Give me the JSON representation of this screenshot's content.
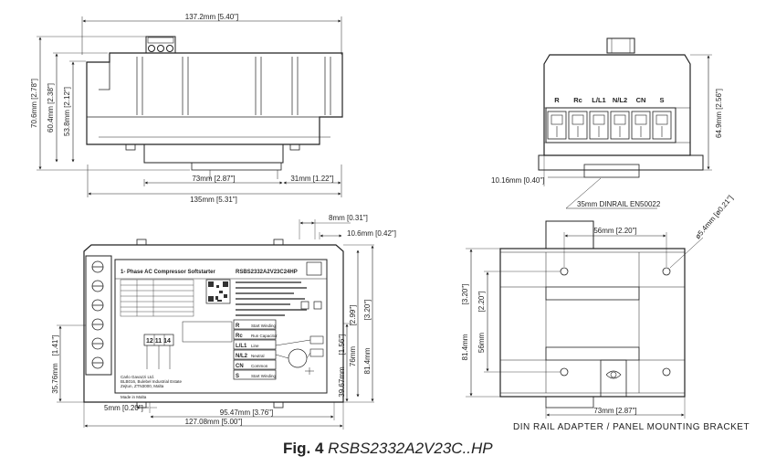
{
  "dimensions": {
    "top_left": {
      "width_overall": "137.2mm [5.40\"]",
      "height_overall": "70.6mm [2.78\"]",
      "height_mid": "60.4mm [2.38\"]",
      "height_body": "53.8mm [2.12\"]",
      "base_73": "73mm [2.87\"]",
      "offset_31": "31mm [1.22\"]",
      "base_135": "135mm [5.31\"]"
    },
    "top_right": {
      "height": "64.9mm [2.56\"]",
      "rail_offset": "10.16mm [0.40\"]",
      "dinrail": "35mm DINRAIL EN50022"
    },
    "bottom_left": {
      "top_8": "8mm [0.31\"]",
      "top_10_6": "10.6mm [0.42\"]",
      "h_2_99": "[2.99\"]",
      "h_3_20": "[3.20\"]",
      "h_76": "76mm",
      "h_81_4": "81.4mm",
      "h_1_56": "[1.56\"]",
      "h_39_67": "39.67mm",
      "left_1_41": "[1.41\"]",
      "left_35_76": "35.76mm",
      "bottom_5": "5mm [0.20\"]",
      "bottom_95_47": "95.47mm [3.76\"]",
      "bottom_127_08": "127.08mm [5.00\"]"
    },
    "bottom_right": {
      "top_56": "56mm [2.20\"]",
      "hole": "ø5.4mm [ø0.21\"]",
      "left_81_4": "81.4mm",
      "left_3_20": "[3.20\"]",
      "left_56": "56mm",
      "left_2_20": "[2.20\"]",
      "bottom_73": "73mm [2.87\"]"
    }
  },
  "terminals": [
    "R",
    "Rc",
    "L/L1",
    "N/L2",
    "CN",
    "S"
  ],
  "label_plate": {
    "title": "1- Phase AC Compressor Softstarter",
    "model": "RSBS2332A2V23C24HP",
    "manufacturer": [
      "Carlo Gavazzi Ltd.",
      "BLB016, Bulebel Industrial Estate",
      "Zejtun, ZTN3000, Malta"
    ],
    "made_in": "Made in Malta",
    "led_row": "12  11  14",
    "term_labels": [
      "R",
      "Rc",
      "L/L1",
      "N/L2",
      "CN",
      "S"
    ],
    "term_desc": [
      "Start Winding",
      "Run Capacitor",
      "Line",
      "Neutral",
      "Common",
      "Start Winding"
    ]
  },
  "din_caption": "DIN RAIL ADAPTER / PANEL MOUNTING BRACKET",
  "caption": {
    "fig": "Fig. 4",
    "model": "RSBS2332A2V23C..HP"
  }
}
